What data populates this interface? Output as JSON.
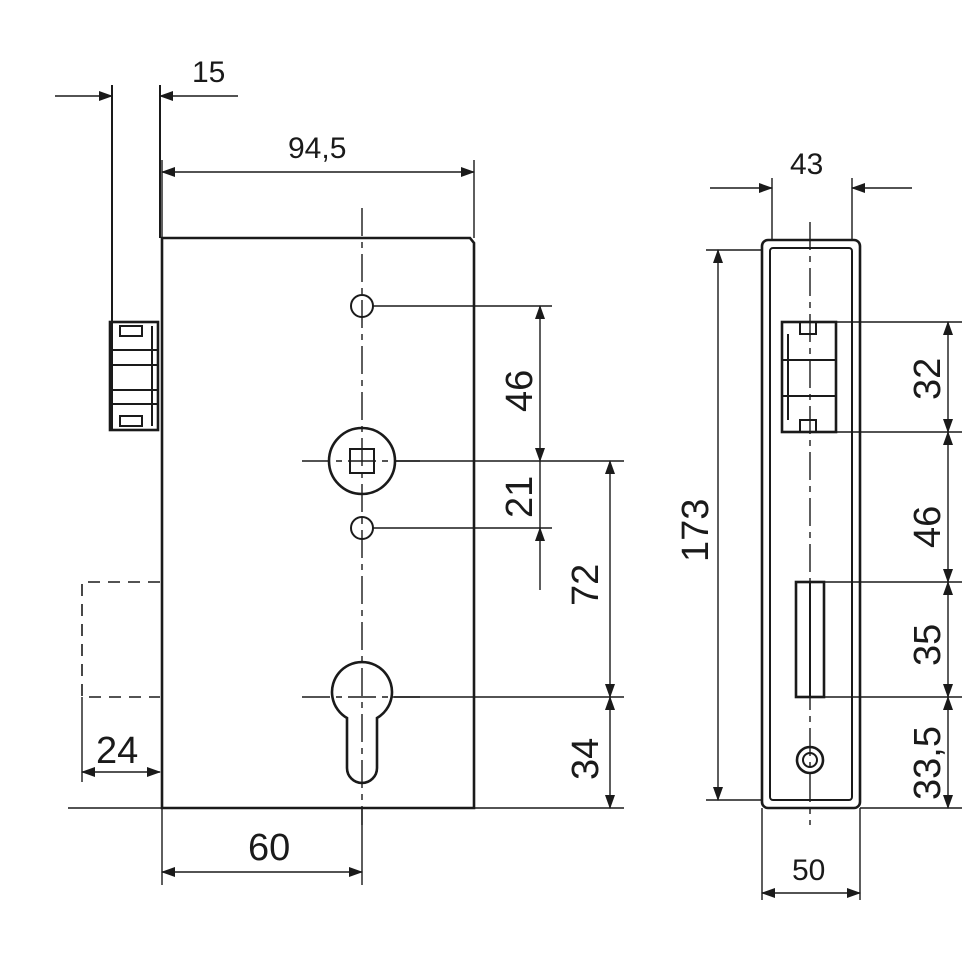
{
  "dimensions": {
    "backset_bolt": "15",
    "body_width": "94,5",
    "handle_to_screw_top": "46",
    "handle_to_screw_bottom": "21",
    "handle_to_cylinder": "72",
    "cylinder_to_bottom": "34",
    "faceplate_offset": "24",
    "backset_cylinder": "60",
    "side_width": "43",
    "total_height": "173",
    "latch_height": "32",
    "latch_to_bolt": "46",
    "bolt_height": "35",
    "bolt_to_bottom": "33,5",
    "faceplate_width": "50"
  }
}
